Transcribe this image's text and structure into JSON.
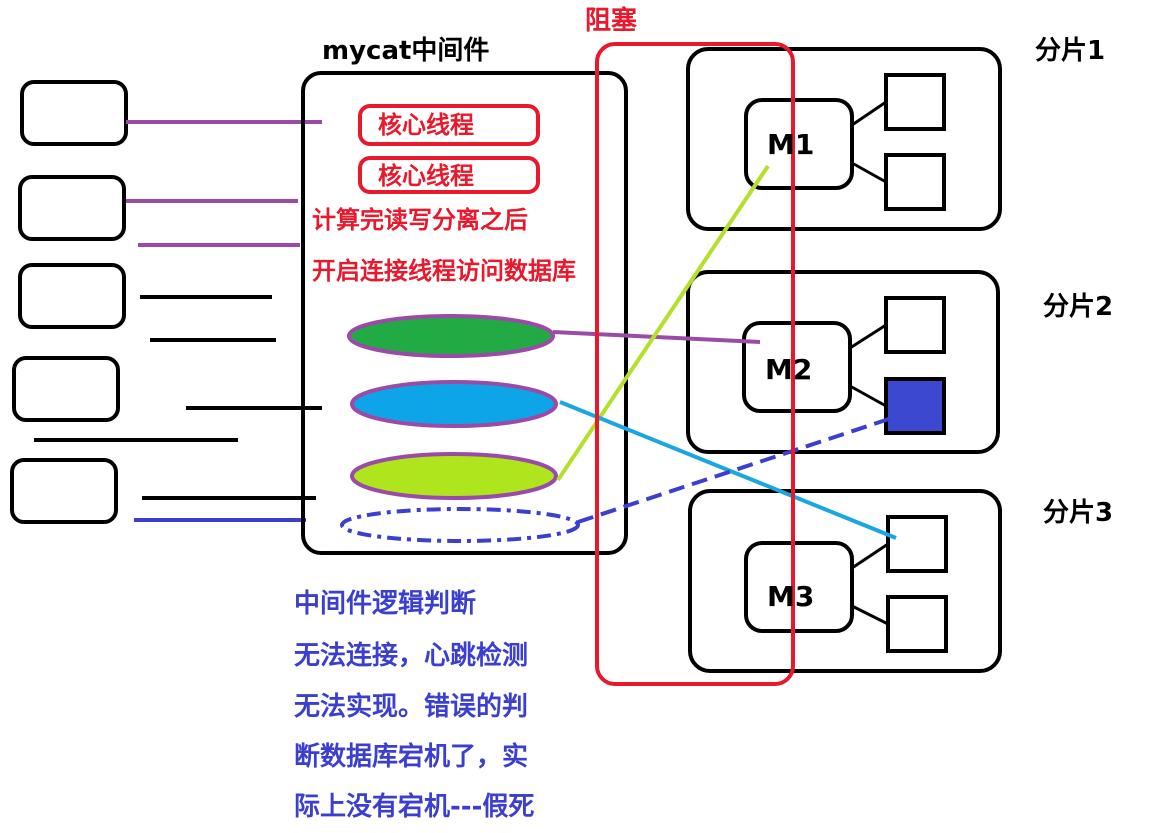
{
  "middleware": {
    "title": "mycat中间件",
    "core_threads": [
      "核心线程",
      "核心线程"
    ],
    "note_lines": [
      "计算完读写分离之后",
      "开启连接线程访问数据库"
    ]
  },
  "block_label": "阻塞",
  "shards": [
    {
      "label": "分片1",
      "master": "M1"
    },
    {
      "label": "分片2",
      "master": "M2"
    },
    {
      "label": "分片3",
      "master": "M3"
    }
  ],
  "explanation_lines": [
    "中间件逻辑判断",
    "无法连接，心跳检测",
    "无法实现。错误的判",
    "断数据库宕机了，实",
    "际上没有宕机---假死"
  ],
  "colors": {
    "red": "#e8192c",
    "purple": "#9b4aa8",
    "green_pool": "#22aa44",
    "blue_pool": "#0ea5e8",
    "lime_pool": "#aee51c",
    "lime_line": "#b4e02c",
    "cyan_line": "#1aa6e0",
    "dashed_blue": "#3b3fcf",
    "failed_slave_fill": "#3b48cf"
  }
}
